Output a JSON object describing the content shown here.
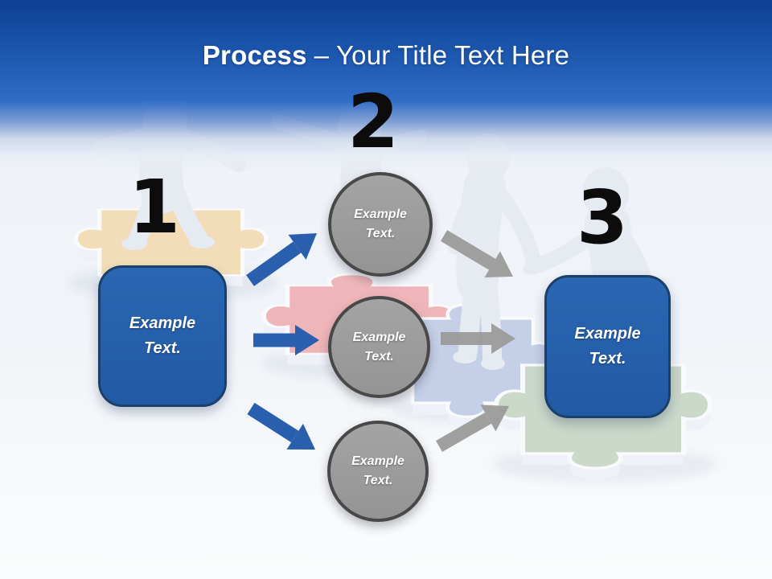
{
  "title": {
    "emphasis": "Process",
    "rest": "– Your Title Text Here"
  },
  "steps": {
    "one": {
      "number": "1",
      "label": "Example Text."
    },
    "two": {
      "number": "2",
      "circles": [
        {
          "label": "Example Text."
        },
        {
          "label": "Example Text."
        },
        {
          "label": "Example Text."
        }
      ]
    },
    "three": {
      "number": "3",
      "label": "Example Text."
    }
  },
  "colors": {
    "header_blue_top": "#0d3f92",
    "header_blue_bottom": "#2e6cc6",
    "title_text": "#ffffff",
    "box_fill": "#2561ab",
    "box_border": "#1a3f69",
    "circle_fill": "#9b9b9b",
    "circle_border": "#484848",
    "number_black": "#0c0c0c",
    "arrow_blue": "#2a5fae",
    "arrow_gray": "#9b9b9a",
    "puzzle_tan": "#f3ddb9",
    "puzzle_red": "#efb6ba",
    "puzzle_blue": "#c5d0e8",
    "puzzle_green": "#cbd8ca"
  },
  "decor": {
    "figures": [
      "figure-arms-spread-left",
      "figure-behind-top-circle",
      "figure-reaching-center",
      "figure-reaching-right"
    ],
    "puzzle_pieces": [
      "tan",
      "red",
      "blue",
      "green"
    ]
  }
}
